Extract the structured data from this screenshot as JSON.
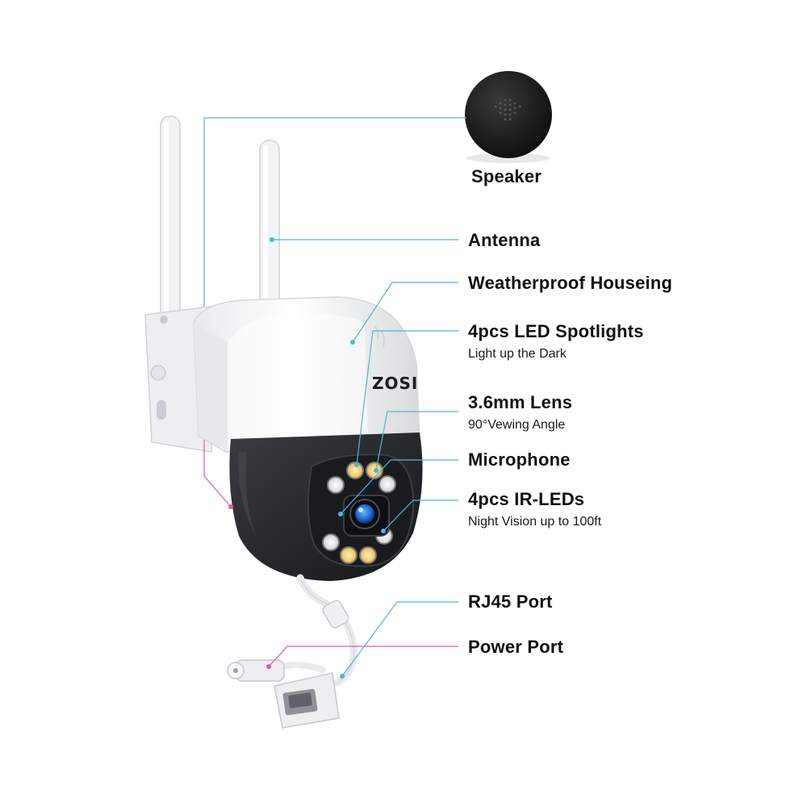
{
  "brand": {
    "logo_text": "ZOSI"
  },
  "colors": {
    "line_blue": "#4fb4dc",
    "line_pink": "#e05aa8",
    "camera_white": "#f3f4f6",
    "camera_black": "#202225",
    "lens_blue": "#1f6fd6",
    "led_warm": "#f5c24a"
  },
  "callouts": [
    {
      "id": "speaker",
      "title": "Speaker",
      "subtitle": ""
    },
    {
      "id": "antenna",
      "title": "Antenna",
      "subtitle": ""
    },
    {
      "id": "housing",
      "title": "Weatherproof Houseing",
      "subtitle": ""
    },
    {
      "id": "spotlights",
      "title": "4pcs LED Spotlights",
      "subtitle": "Light up the Dark"
    },
    {
      "id": "lens",
      "title": "3.6mm Lens",
      "subtitle": "90°Vewing Angle"
    },
    {
      "id": "microphone",
      "title": "Microphone",
      "subtitle": ""
    },
    {
      "id": "irleds",
      "title": "4pcs IR-LEDs",
      "subtitle": "Night Vision up to 100ft"
    },
    {
      "id": "rj45",
      "title": "RJ45 Port",
      "subtitle": ""
    },
    {
      "id": "power",
      "title": "Power Port",
      "subtitle": ""
    }
  ]
}
